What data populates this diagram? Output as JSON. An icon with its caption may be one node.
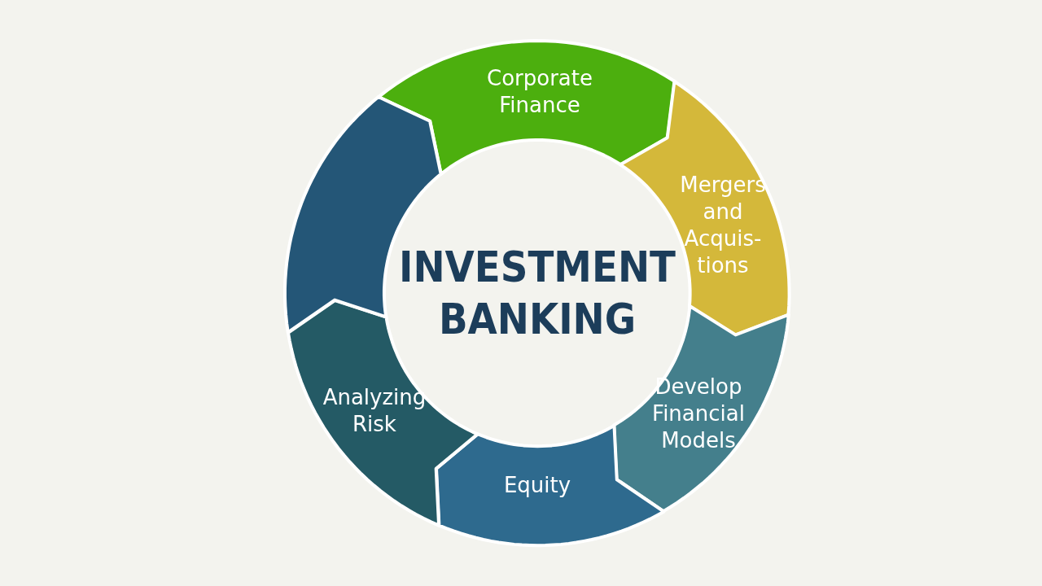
{
  "diagram": {
    "nodes": [
      {
        "text": [
          "INVESTMENT BANKING"
        ]
      },
      {
        "text": [
          "Corporate Finance"
        ]
      },
      {
        "text": [
          "Mergers and Acquis- tions"
        ]
      },
      {
        "text": [
          "Develop Financial Models"
        ]
      },
      {
        "text": [
          "Equity"
        ]
      },
      {
        "text": [
          "Analyzing Risk"
        ]
      },
      {
        "text": [],
        "shape": "segment"
      }
    ]
  }
}
